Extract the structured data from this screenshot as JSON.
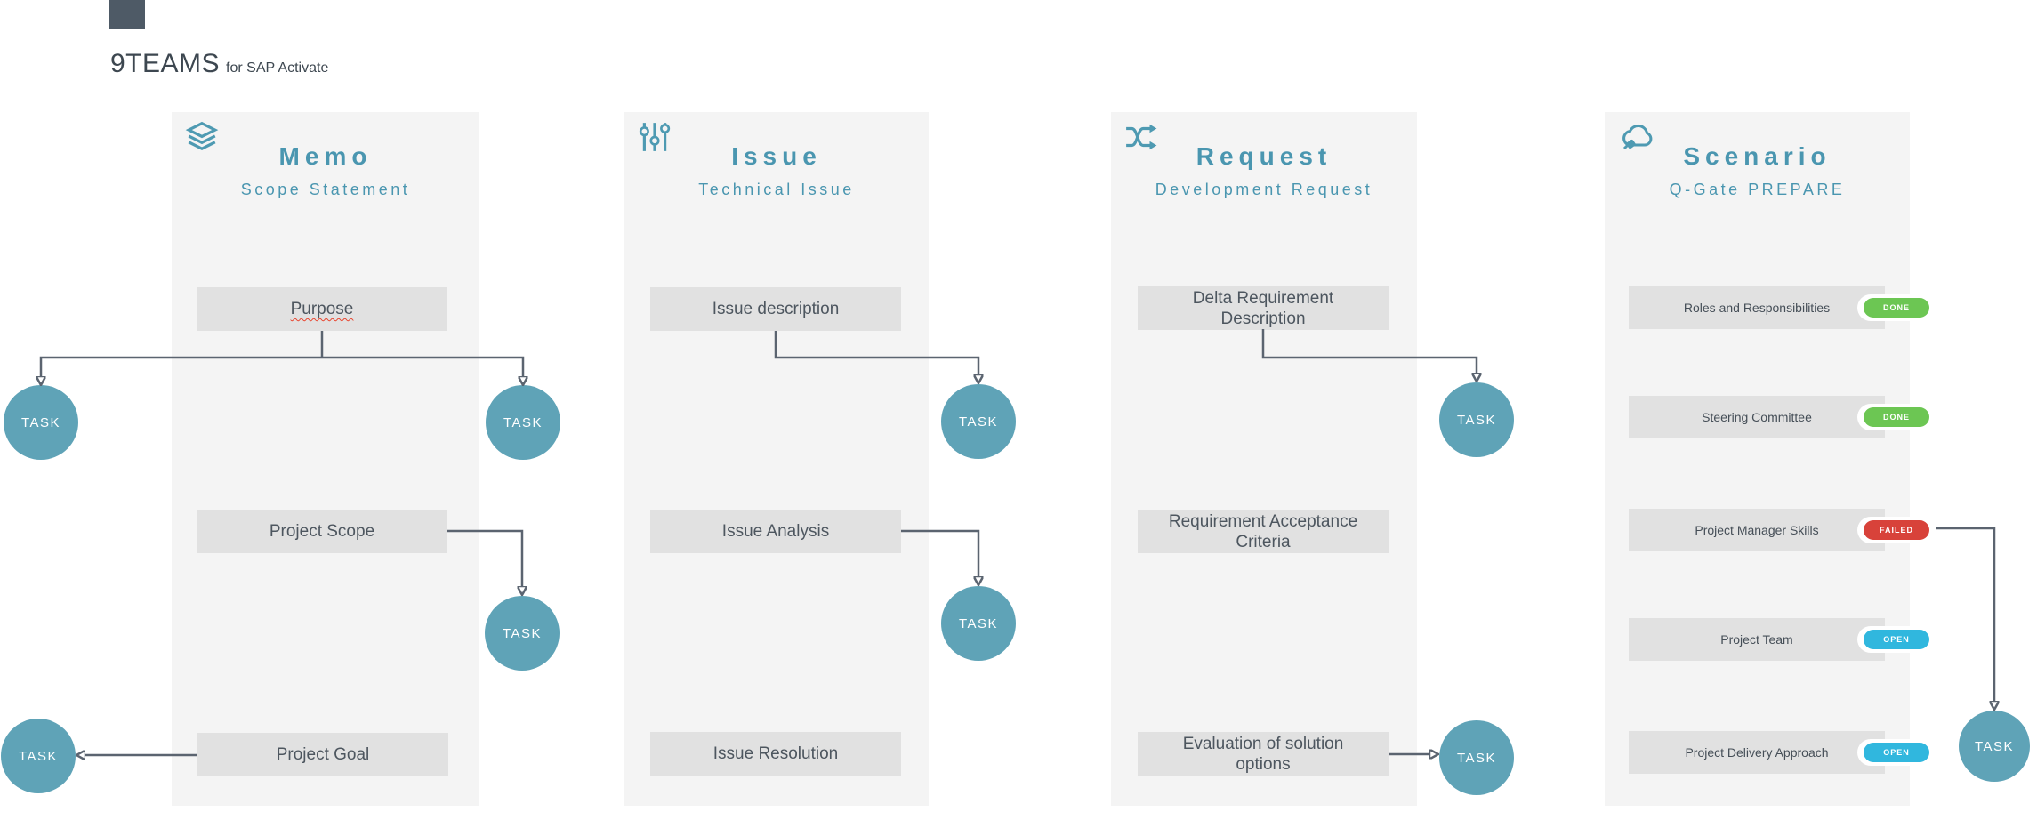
{
  "logo": {
    "brand": "9TEAMS",
    "suffix": "for SAP Activate"
  },
  "task_label": "TASK",
  "colors": {
    "accent_teal": "#4a96b0",
    "task_circle": "#5fa3b7",
    "arrow": "#5b6470",
    "column_bg": "#f4f4f4",
    "box_bg": "#e1e1e1",
    "box_text": "#4d565f",
    "logo_square": "#4e5a66",
    "spellcheck_underline": "#e8442e",
    "status": {
      "DONE": "#6cc653",
      "FAILED": "#d8423a",
      "OPEN": "#30b7de"
    }
  },
  "columns": [
    {
      "title": "Memo",
      "subtitle": "Scope Statement",
      "icon": "layers-icon",
      "items": [
        {
          "label": "Purpose",
          "spellcheck_underline": true
        },
        {
          "label": "Project Scope"
        },
        {
          "label": "Project Goal"
        }
      ]
    },
    {
      "title": "Issue",
      "subtitle": "Technical Issue",
      "icon": "sliders-icon",
      "items": [
        {
          "label": "Issue description"
        },
        {
          "label": "Issue Analysis"
        },
        {
          "label": "Issue Resolution"
        }
      ]
    },
    {
      "title": "Request",
      "subtitle": "Development Request",
      "icon": "shuffle-icon",
      "items": [
        {
          "label": "Delta Requirement Description"
        },
        {
          "label": "Requirement Acceptance Criteria"
        },
        {
          "label": "Evaluation of solution options"
        }
      ]
    },
    {
      "title": "Scenario",
      "subtitle": "Q-Gate PREPARE",
      "icon": "cloud-icon",
      "items": [
        {
          "label": "Roles and Responsibilities",
          "badge": "DONE"
        },
        {
          "label": "Steering Committee",
          "badge": "DONE"
        },
        {
          "label": "Project Manager Skills",
          "badge": "FAILED"
        },
        {
          "label": "Project Team",
          "badge": "OPEN"
        },
        {
          "label": "Project Delivery Approach",
          "badge": "OPEN"
        }
      ]
    }
  ]
}
